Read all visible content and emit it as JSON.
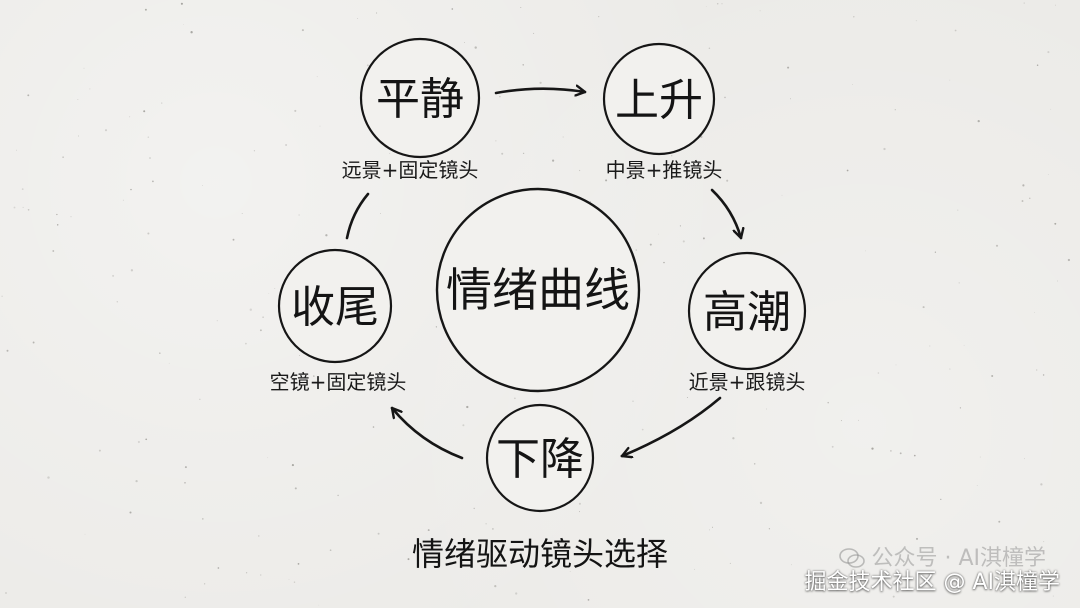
{
  "diagram": {
    "center": "情绪曲线",
    "stages": [
      {
        "name": "平静",
        "shot": "远景+固定镜头"
      },
      {
        "name": "上升",
        "shot": "中景+推镜头"
      },
      {
        "name": "高潮",
        "shot": "近景+跟镜头"
      },
      {
        "name": "下降",
        "shot": ""
      },
      {
        "name": "收尾",
        "shot": "空镜+固定镜头"
      }
    ],
    "caption": "情绪驱动镜头选择"
  },
  "watermark": {
    "ghost_text": "公众号 · AI淇橦学",
    "ghost_icon": "wechat-icon",
    "main_text": "掘金技术社区 @ AI淇橦学"
  },
  "colors": {
    "background": "#ecebe8",
    "ink": "#161616"
  }
}
